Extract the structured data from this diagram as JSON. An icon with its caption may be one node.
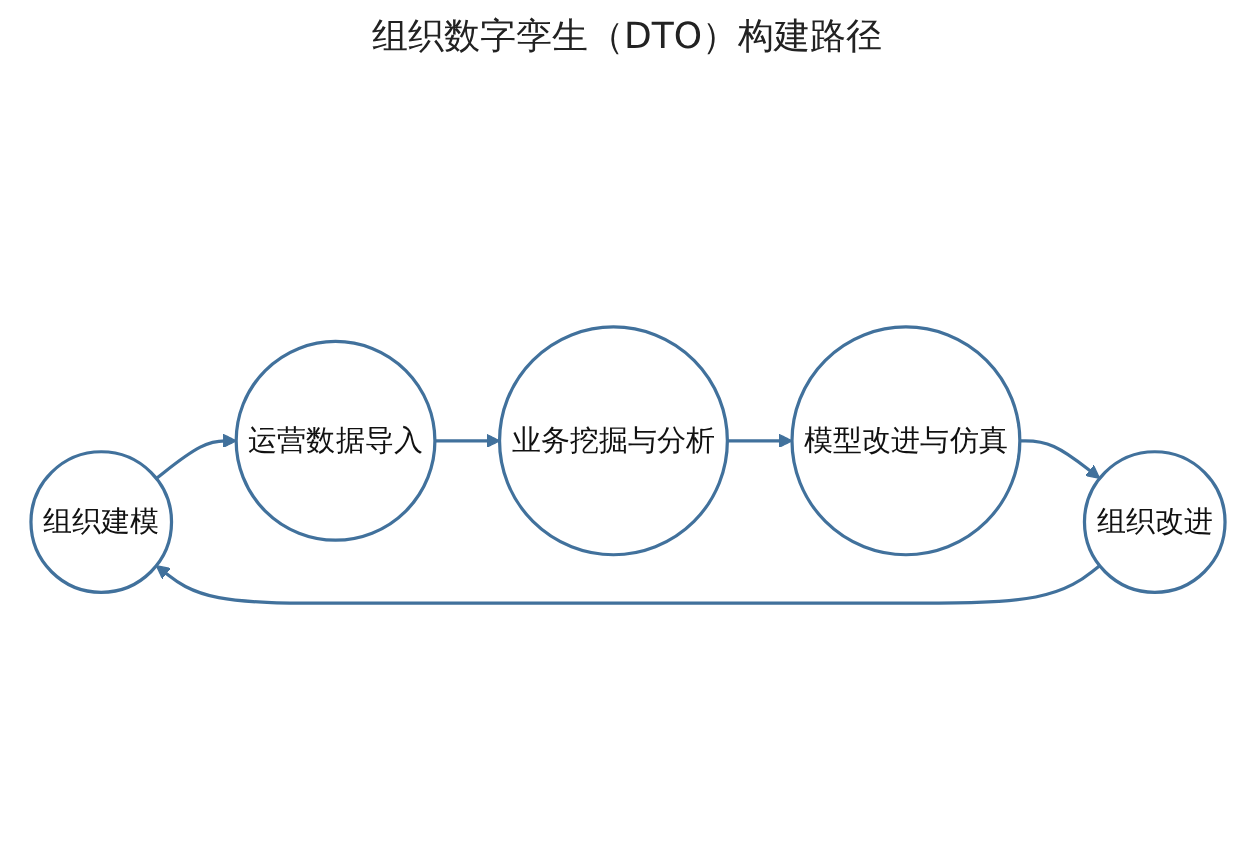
{
  "diagram": {
    "nodes": [
      {
        "text": [
          "组织建模"
        ]
      },
      {
        "text": [
          "运营数据导入"
        ]
      },
      {
        "text": [
          "业务挖掘与分析"
        ]
      },
      {
        "text": [
          "模型改进与仿真"
        ]
      },
      {
        "text": [
          "组织改进"
        ]
      }
    ],
    "edges": [
      {
        "from": 0,
        "to": 1,
        "arrow": "to"
      },
      {
        "from": 1,
        "to": 2,
        "arrow": "to"
      },
      {
        "from": 2,
        "to": 3,
        "arrow": "to"
      },
      {
        "from": 3,
        "to": 4,
        "arrow": "to"
      },
      {
        "from": 4,
        "to": 0,
        "arrow": "to"
      }
    ],
    "labels": [
      "组织数字孪生（DTO）构建路径"
    ]
  }
}
